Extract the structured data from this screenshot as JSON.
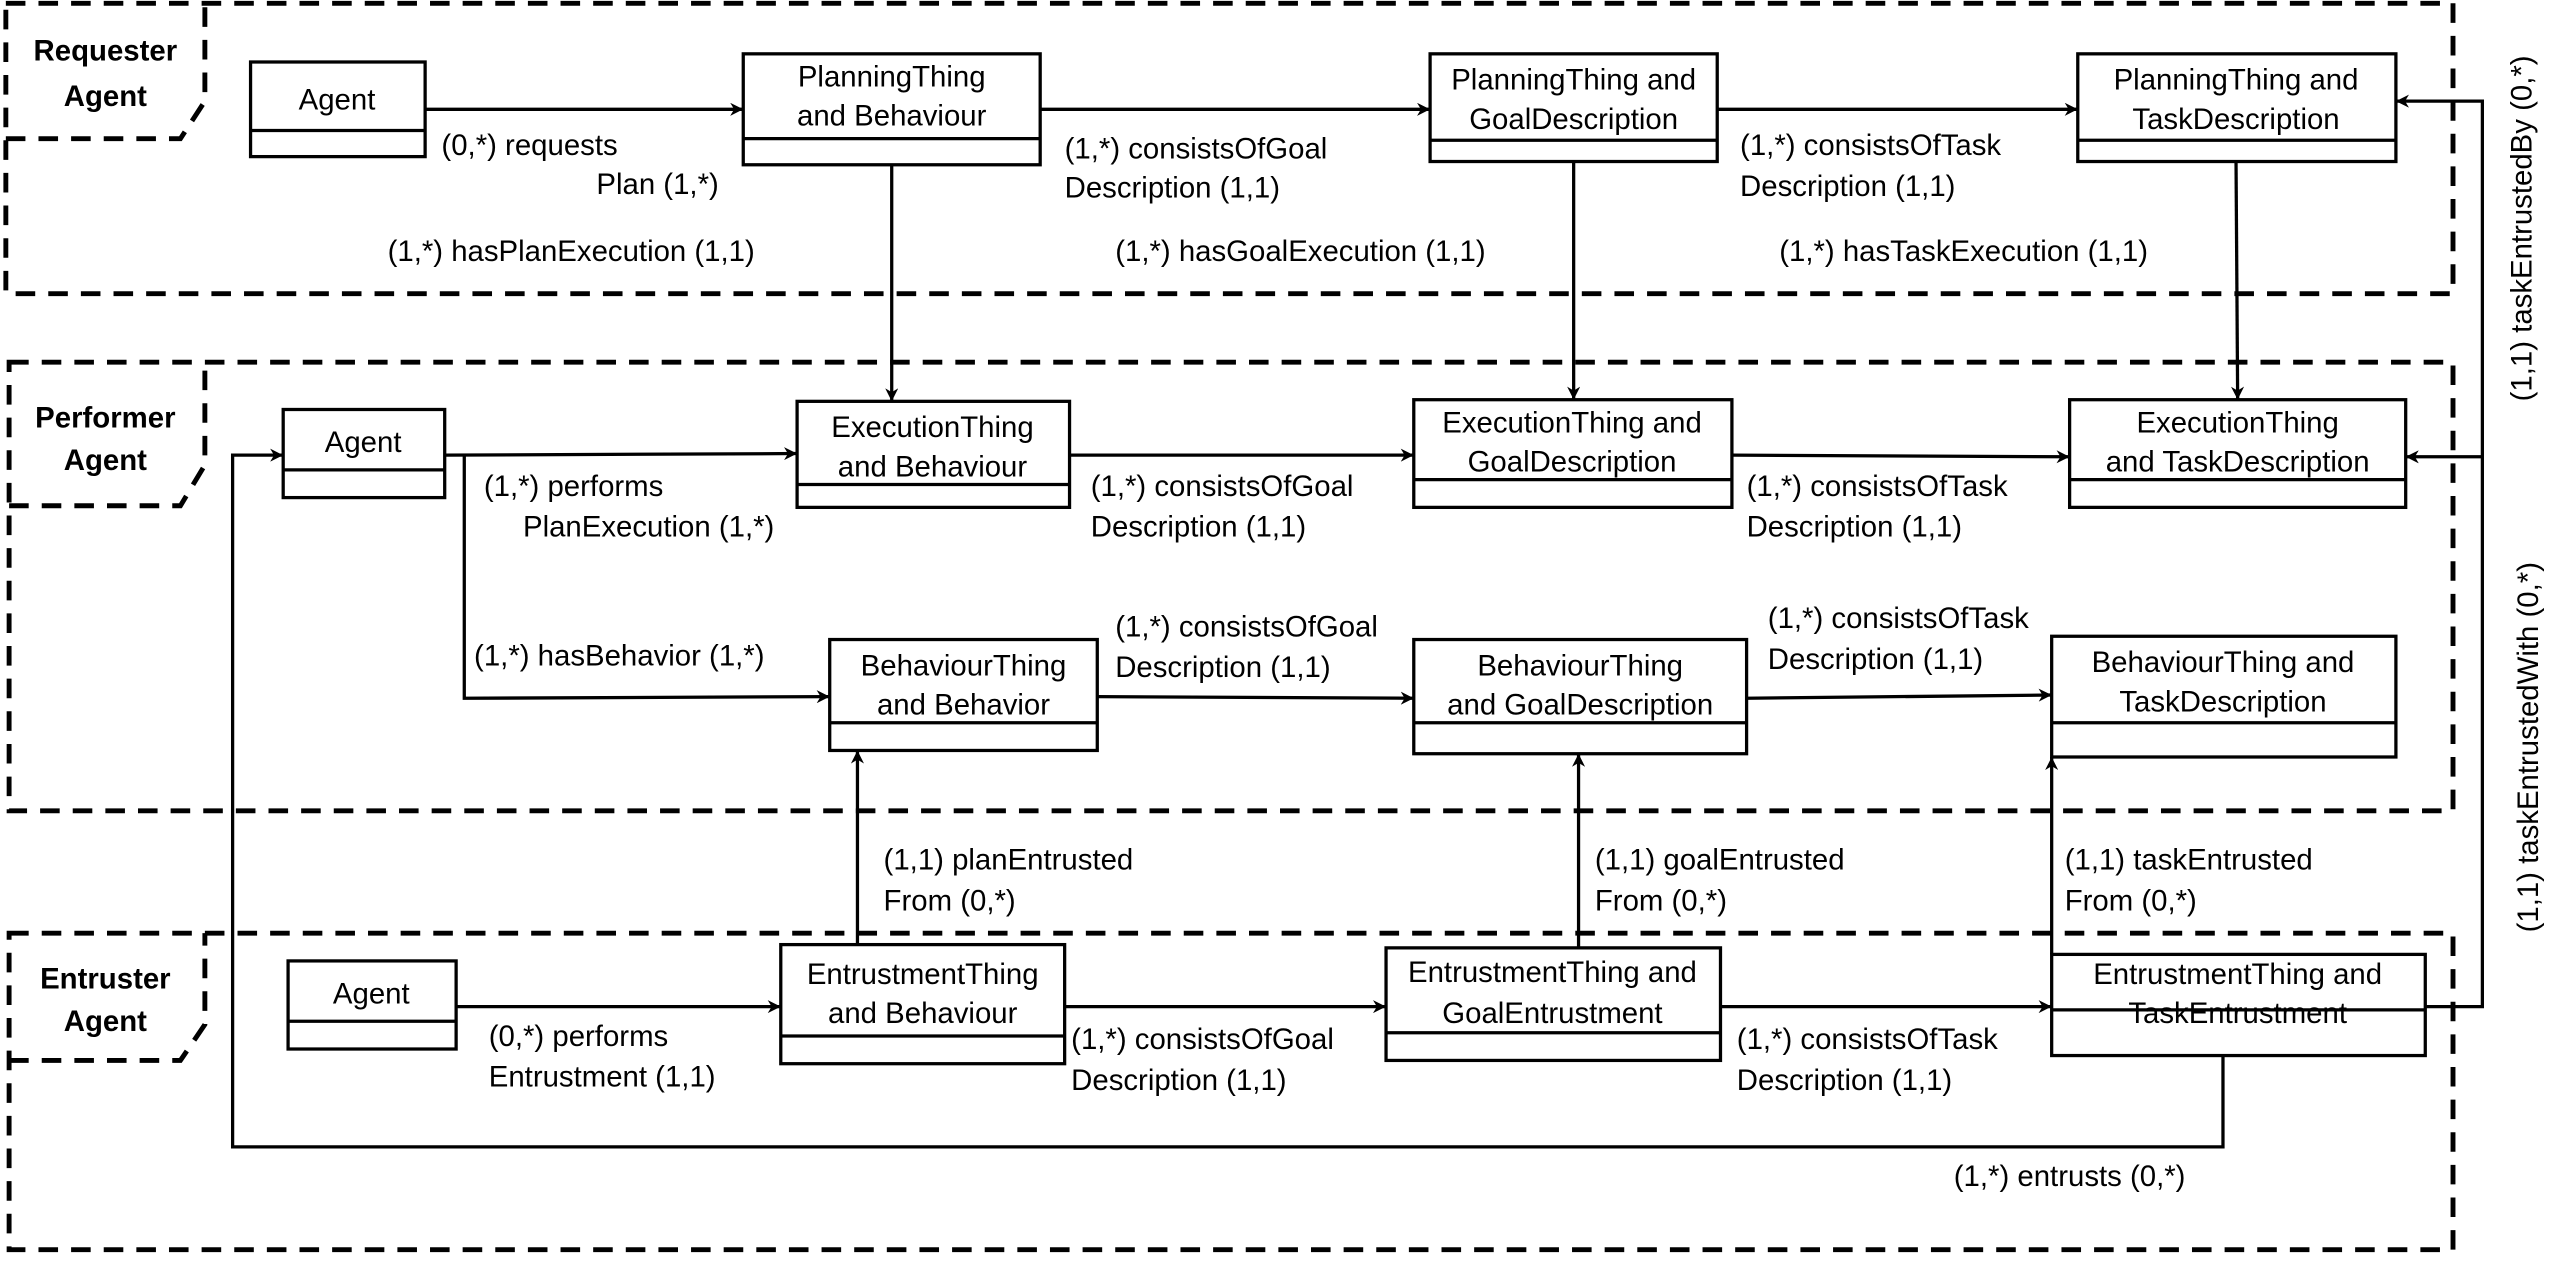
{
  "lanes": [
    {
      "label_line1": "Requester",
      "label_line2": "Agent"
    },
    {
      "label_line1": "Performer",
      "label_line2": "Agent"
    },
    {
      "label_line1": "Entruster",
      "label_line2": "Agent"
    }
  ],
  "classes": {
    "req_agent": {
      "line1": "Agent"
    },
    "planning_behaviour": {
      "line1": "PlanningThing",
      "line2": "and Behaviour"
    },
    "planning_goal": {
      "line1": "PlanningThing and",
      "line2": "GoalDescription"
    },
    "planning_task": {
      "line1": "PlanningThing and",
      "line2": "TaskDescription"
    },
    "perf_agent": {
      "line1": "Agent"
    },
    "execution_behaviour": {
      "line1": "ExecutionThing",
      "line2": "and Behaviour"
    },
    "execution_goal": {
      "line1": "ExecutionThing and",
      "line2": "GoalDescription"
    },
    "execution_task": {
      "line1": "ExecutionThing",
      "line2": "and TaskDescription"
    },
    "behaviour_behavior": {
      "line1": "BehaviourThing",
      "line2": "and Behavior"
    },
    "behaviour_goal": {
      "line1": "BehaviourThing",
      "line2": "and GoalDescription"
    },
    "behaviour_task": {
      "line1": "BehaviourThing and",
      "line2": "TaskDescription"
    },
    "entr_agent": {
      "line1": "Agent"
    },
    "entrustment_behaviour": {
      "line1": "EntrustmentThing",
      "line2": "and Behaviour"
    },
    "entrustment_goal": {
      "line1": "EntrustmentThing and",
      "line2": "GoalEntrustment"
    },
    "entrustment_task": {
      "line1": "EntrustmentThing and",
      "line2": "TaskEntrustment"
    }
  },
  "edges": {
    "requests_plan": {
      "line1": "(0,*) requests",
      "line2": "Plan (1,*)"
    },
    "planning_goal": {
      "line1": "(1,*) consistsOfGoal",
      "line2": "Description (1,1)"
    },
    "planning_task": {
      "line1": "(1,*) consistsOfTask",
      "line2": "Description (1,1)"
    },
    "has_plan_execution": {
      "line1": "(1,*) hasPlanExecution (1,1)"
    },
    "has_goal_execution": {
      "line1": "(1,*) hasGoalExecution (1,1)"
    },
    "has_task_execution": {
      "line1": "(1,*) hasTaskExecution (1,1)"
    },
    "performs_plan_execution": {
      "line1": "(1,*) performs",
      "line2": "PlanExecution (1,*)"
    },
    "execution_goal": {
      "line1": "(1,*) consistsOfGoal",
      "line2": "Description (1,1)"
    },
    "execution_task": {
      "line1": "(1,*) consistsOfTask",
      "line2": "Description (1,1)"
    },
    "has_behavior": {
      "line1": "(1,*) hasBehavior (1,*)"
    },
    "behaviour_goal": {
      "line1": "(1,*) consistsOfGoal",
      "line2": "Description (1,1)"
    },
    "behaviour_task": {
      "line1": "(1,*) consistsOfTask",
      "line2": "Description (1,1)"
    },
    "plan_entrusted_from": {
      "line1": "(1,1) planEntrusted",
      "line2": "From (0,*)"
    },
    "goal_entrusted_from": {
      "line1": "(1,1) goalEntrusted",
      "line2": "From (0,*)"
    },
    "task_entrusted_from": {
      "line1": "(1,1) taskEntrusted",
      "line2": "From (0,*)"
    },
    "performs_entrustment": {
      "line1": "(0,*) performs",
      "line2": "Entrustment (1,1)"
    },
    "entrustment_goal": {
      "line1": "(1,*) consistsOfGoal",
      "line2": "Description (1,1)"
    },
    "entrustment_task": {
      "line1": "(1,*) consistsOfTask",
      "line2": "Description (1,1)"
    },
    "entrusts": {
      "line1": "(1,*) entrusts (0,*)"
    },
    "task_entrusted_by": {
      "line1": "(1,1) taskEntrustedBy (0,*)"
    },
    "task_entrusted_with": {
      "line1": "(1,1) taskEntrustedWith (0,*)"
    }
  }
}
